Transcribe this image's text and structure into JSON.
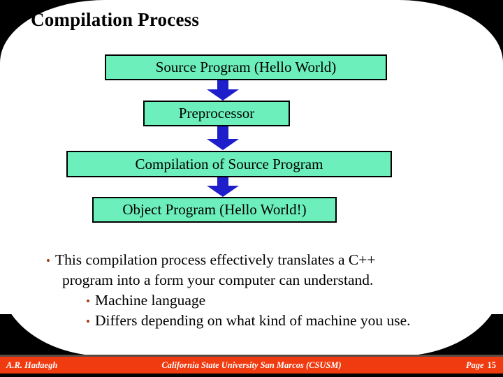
{
  "slide": {
    "title": "Compilation Process",
    "page_background": "#000000",
    "panel_background": "#ffffff"
  },
  "flowchart": {
    "box_fill_color": "#6CEFBB",
    "box_border_color": "#000000",
    "arrow_color": "#1E1ECB",
    "boxes": [
      {
        "label": "Source Program (Hello World)"
      },
      {
        "label": "Preprocessor"
      },
      {
        "label": "Compilation of Source Program"
      },
      {
        "label": "Object Program (Hello World!)"
      }
    ],
    "arrows": [
      {
        "name": "arrow-source-to-preprocessor",
        "direction": "down"
      },
      {
        "name": "arrow-preprocessor-to-compilation",
        "direction": "down"
      },
      {
        "name": "arrow-compilation-to-object",
        "direction": "down"
      }
    ]
  },
  "bullets": {
    "marker": "•",
    "marker_color": "#A33A18",
    "items": [
      {
        "level": 1,
        "line1": "This compilation process effectively translates a C++",
        "line2": "program into a form your computer can understand."
      },
      {
        "level": 2,
        "text": "Machine language"
      },
      {
        "level": 2,
        "text": "Differs depending on what kind of machine you use."
      }
    ]
  },
  "footer": {
    "author": "A.R. Hadaegh",
    "center": "California State University San Marcos (CSUSM)",
    "page_label": "Page",
    "page_number": "15",
    "bar_color": "#F03A10",
    "text_color": "#ffffff"
  }
}
